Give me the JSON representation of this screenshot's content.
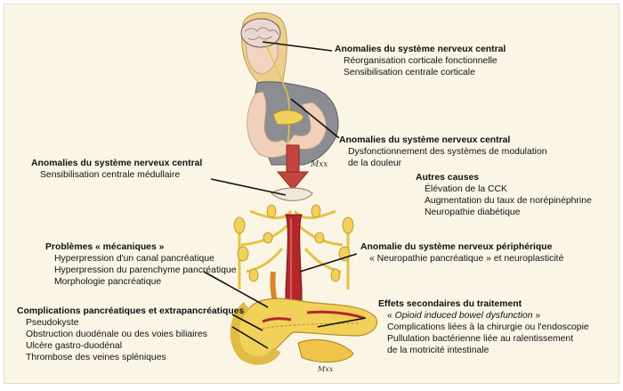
{
  "blocks": {
    "cns_cortex": {
      "title": "Anomalies du système nerveux central",
      "items": [
        "Réorganisation corticale fonctionnelle",
        "Sensibilisation centrale corticale"
      ]
    },
    "cns_modulation": {
      "title": "Anomalies du système nerveux central",
      "items": [
        "Dysfonctionnement des systèmes de modulation",
        "de la douleur"
      ]
    },
    "cns_spinal": {
      "title": "Anomalies du système nerveux central",
      "items": [
        "Sensibilisation centrale médullaire"
      ]
    },
    "other_causes": {
      "title": "Autres causes",
      "items": [
        "Élévation de la CCK",
        "Augmentation du taux de norépinéphrine",
        "Neuropathie diabétique"
      ]
    },
    "mechanical": {
      "title": "Problèmes « mécaniques »",
      "items": [
        "Hyperpression d'un canal pancréatique",
        "Hyperpression du parenchyme pancréatique",
        "Morphologie pancréatique"
      ]
    },
    "peripheral": {
      "title": "Anomalie du système nerveux périphérique",
      "items": [
        "« Neuropathie pancréatique » et neuroplasticité"
      ]
    },
    "complications": {
      "title": "Complications pancréatiques et extrapancréatiques",
      "items": [
        "Pseudokyste",
        "Obstruction duodénale ou des voies biliaires",
        "Ulcère gastro-duodénal",
        "Thrombose des veines spléniques"
      ]
    },
    "side_effects": {
      "title": "Effets secondaires du traitement",
      "quote_open": "« ",
      "quote_text": "Opioid induced bowel dysfunction",
      "quote_close": " »",
      "items": [
        "Complications liées à la chirurgie ou l'endoscopie",
        "Pullulation bactérienne liée au ralentissement",
        "de la motricité intestinale"
      ]
    }
  },
  "colors": {
    "background": "#fbf5e6",
    "border": "#e6dcc2",
    "pancreas": "#f2d15a",
    "aorta": "#b3262a",
    "nerve": "#e6c247",
    "arrow": "#c2453e"
  }
}
